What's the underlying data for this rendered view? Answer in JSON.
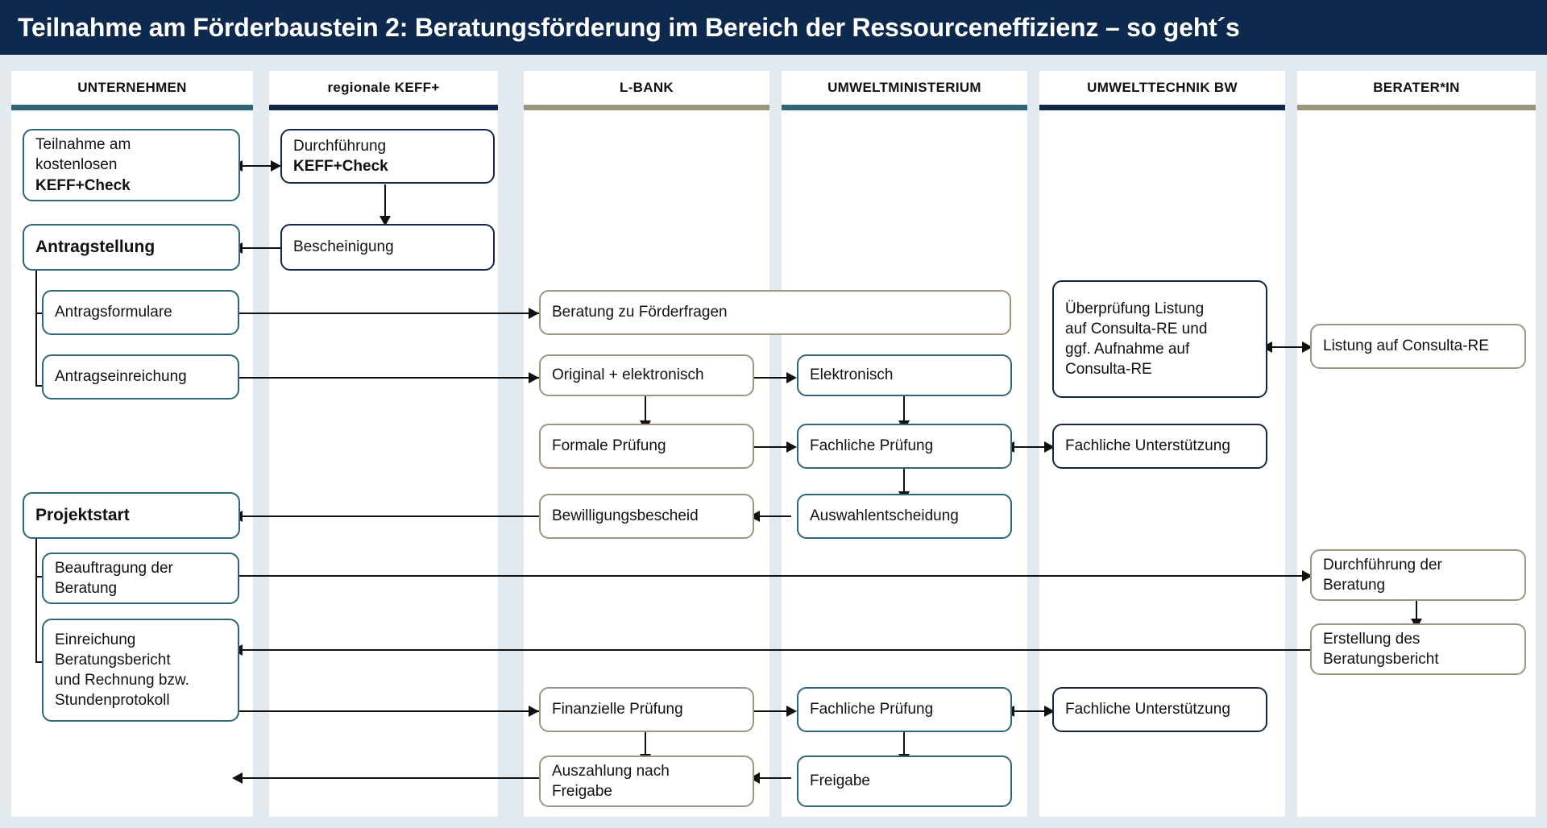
{
  "title": "Teilnahme am Förderbaustein 2: Beratungsförderung im Bereich der Ressourceneffizienz – so geht´s",
  "colors": {
    "title_bar": "#0d2a4e",
    "page_background": "#e2e9ef",
    "lane_background": "#ffffff",
    "teal": "#2e6579",
    "navy": "#12264a",
    "tan": "#9c9680",
    "connector": "#111111"
  },
  "lanes": [
    {
      "id": "unternehmen",
      "header": "UNTERNEHMEN",
      "rule_color": "#2e6579"
    },
    {
      "id": "regionale-keff",
      "header": "regionale KEFF+",
      "rule_color": "#12264a"
    },
    {
      "id": "l-bank",
      "header": "L-BANK",
      "rule_color": "#9c9680"
    },
    {
      "id": "umweltministerium",
      "header": "UMWELTMINISTERIUM",
      "rule_color": "#2e6579"
    },
    {
      "id": "umwelttechnik-bw",
      "header": "UMWELTTECHNIK BW",
      "rule_color": "#12264a"
    },
    {
      "id": "berater-in",
      "header": "BERATER*IN",
      "rule_color": "#9c9680"
    }
  ],
  "nodes": {
    "teilnahme_keffcheck": {
      "lane": "unternehmen",
      "text": "Teilnahme am kostenlosen KEFF+Check",
      "bold_tail": "KEFF+Check"
    },
    "antragstellung": {
      "lane": "unternehmen",
      "text": "Antragstellung"
    },
    "antragsformulare": {
      "lane": "unternehmen",
      "text": "Antragsformulare"
    },
    "antragseinreichung": {
      "lane": "unternehmen",
      "text": "Antragseinreichung"
    },
    "projektstart": {
      "lane": "unternehmen",
      "text": "Projektstart"
    },
    "beauftragung_beratung": {
      "lane": "unternehmen",
      "text": "Beauftragung der Beratung"
    },
    "einreichung_bericht": {
      "lane": "unternehmen",
      "text": "Einreichung Beratungsbericht und Rechnung bzw. Stundenprotokoll"
    },
    "durchfuehrung_keffcheck": {
      "lane": "regionale-keff",
      "text": "Durchführung KEFF+Check",
      "bold_tail": "KEFF+Check"
    },
    "bescheinigung": {
      "lane": "regionale-keff",
      "text": "Bescheinigung"
    },
    "beratung_foerderfragen": {
      "lane": "l-bank",
      "text": "Beratung zu Förderfragen"
    },
    "original_elektronisch": {
      "lane": "l-bank",
      "text": "Original + elektronisch"
    },
    "formale_pruefung": {
      "lane": "l-bank",
      "text": "Formale Prüfung"
    },
    "bewilligungsbescheid": {
      "lane": "l-bank",
      "text": "Bewilligungsbescheid"
    },
    "finanzielle_pruefung": {
      "lane": "l-bank",
      "text": "Finanzielle Prüfung"
    },
    "auszahlung_freigabe": {
      "lane": "l-bank",
      "text": "Auszahlung nach Freigabe"
    },
    "elektronisch": {
      "lane": "umweltministerium",
      "text": "Elektronisch"
    },
    "fachliche_pruefung_1": {
      "lane": "umweltministerium",
      "text": "Fachliche Prüfung"
    },
    "auswahlentscheidung": {
      "lane": "umweltministerium",
      "text": "Auswahlentscheidung"
    },
    "fachliche_pruefung_2": {
      "lane": "umweltministerium",
      "text": "Fachliche Prüfung"
    },
    "freigabe": {
      "lane": "umweltministerium",
      "text": "Freigabe"
    },
    "ueberpruefung_listung": {
      "lane": "umwelttechnik-bw",
      "text": "Überprüfung Listung auf Consulta-RE und ggf. Aufnahme auf Consulta-RE"
    },
    "fachliche_unterst_1": {
      "lane": "umwelttechnik-bw",
      "text": "Fachliche Unterstützung"
    },
    "fachliche_unterst_2": {
      "lane": "umwelttechnik-bw",
      "text": "Fachliche Unterstützung"
    },
    "listung_consulta": {
      "lane": "berater-in",
      "text": "Listung auf Consulta-RE"
    },
    "durchfuehrung_beratung": {
      "lane": "berater-in",
      "text": "Durchführung der Beratung"
    },
    "erstellung_bericht": {
      "lane": "berater-in",
      "text": "Erstellung des Beratungsbericht"
    }
  }
}
